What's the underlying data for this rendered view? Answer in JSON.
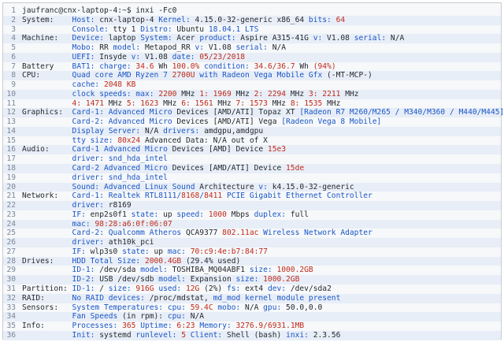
{
  "colors": {
    "background": "#f6f8fa",
    "stripe": "#e8eef7",
    "line_number": "#7a8699",
    "normal_text": "#24292e",
    "label_blue": "#1a56c8",
    "value_red": "#c02a1a"
  },
  "terminal": {
    "lines": [
      {
        "n": "1",
        "segs": [
          [
            "n",
            "jaufranc@cnx-laptop-4:~$ inxi -Fc0"
          ]
        ]
      },
      {
        "n": "2",
        "segs": [
          [
            "n",
            "System:    "
          ],
          [
            "b",
            "Host: "
          ],
          [
            "n",
            "cnx-laptop-4 "
          ],
          [
            "b",
            "Kernel: "
          ],
          [
            "n",
            "4.15.0-32-generic x86_64 "
          ],
          [
            "b",
            "bits: "
          ],
          [
            "r",
            "64"
          ]
        ]
      },
      {
        "n": "3",
        "segs": [
          [
            "n",
            "           "
          ],
          [
            "b",
            "Console: "
          ],
          [
            "n",
            "tty 1 "
          ],
          [
            "b",
            "Distro: "
          ],
          [
            "n",
            "Ubuntu "
          ],
          [
            "b",
            "18.04.1 LTS"
          ]
        ]
      },
      {
        "n": "4",
        "segs": [
          [
            "n",
            "Machine:   "
          ],
          [
            "b",
            "Device: "
          ],
          [
            "n",
            "laptop "
          ],
          [
            "b",
            "System: "
          ],
          [
            "n",
            "Acer "
          ],
          [
            "b",
            "product: "
          ],
          [
            "n",
            "Aspire A315-41G "
          ],
          [
            "b",
            "v: "
          ],
          [
            "n",
            "V1.08 "
          ],
          [
            "b",
            "serial: "
          ],
          [
            "n",
            "N/A"
          ]
        ]
      },
      {
        "n": "5",
        "segs": [
          [
            "n",
            "           "
          ],
          [
            "b",
            "Mobo: "
          ],
          [
            "n",
            "RR "
          ],
          [
            "b",
            "model: "
          ],
          [
            "n",
            "Metapod_RR "
          ],
          [
            "b",
            "v: "
          ],
          [
            "n",
            "V1.08 "
          ],
          [
            "b",
            "serial: "
          ],
          [
            "n",
            "N/A"
          ]
        ]
      },
      {
        "n": "6",
        "segs": [
          [
            "n",
            "           "
          ],
          [
            "b",
            "UEFI: "
          ],
          [
            "n",
            "Insyde "
          ],
          [
            "b",
            "v: "
          ],
          [
            "n",
            "V1.08 "
          ],
          [
            "b",
            "date: "
          ],
          [
            "r",
            "05/23/2018"
          ]
        ]
      },
      {
        "n": "7",
        "segs": [
          [
            "n",
            "Battery    "
          ],
          [
            "b",
            "BAT1: "
          ],
          [
            "b",
            "charge: "
          ],
          [
            "r",
            "34.6 "
          ],
          [
            "n",
            "Wh "
          ],
          [
            "r",
            "100.0% "
          ],
          [
            "b",
            "condition: "
          ],
          [
            "r",
            "34.6/36.7 "
          ],
          [
            "n",
            "Wh "
          ],
          [
            "r",
            "(94%)"
          ]
        ]
      },
      {
        "n": "8",
        "segs": [
          [
            "n",
            "CPU:       "
          ],
          [
            "b",
            "Quad core AMD Ryzen 7 "
          ],
          [
            "r",
            "2700U "
          ],
          [
            "b",
            "with Radeon Vega Mobile Gfx "
          ],
          [
            "n",
            "(-MT-MCP-)"
          ]
        ]
      },
      {
        "n": "9",
        "segs": [
          [
            "n",
            "           "
          ],
          [
            "b",
            "cache: "
          ],
          [
            "r",
            "2048 KB"
          ]
        ]
      },
      {
        "n": "10",
        "segs": [
          [
            "n",
            "           "
          ],
          [
            "b",
            "clock speeds: "
          ],
          [
            "b",
            "max: "
          ],
          [
            "r",
            "2200 "
          ],
          [
            "n",
            "MHz "
          ],
          [
            "r",
            "1: "
          ],
          [
            "r",
            "1969 "
          ],
          [
            "n",
            "MHz "
          ],
          [
            "r",
            "2: "
          ],
          [
            "r",
            "2294 "
          ],
          [
            "n",
            "MHz "
          ],
          [
            "r",
            "3: "
          ],
          [
            "r",
            "2211 "
          ],
          [
            "n",
            "MHz"
          ]
        ]
      },
      {
        "n": "11",
        "segs": [
          [
            "n",
            "           "
          ],
          [
            "r",
            "4: "
          ],
          [
            "r",
            "1471 "
          ],
          [
            "n",
            "MHz "
          ],
          [
            "r",
            "5: "
          ],
          [
            "r",
            "1623 "
          ],
          [
            "n",
            "MHz "
          ],
          [
            "r",
            "6: "
          ],
          [
            "r",
            "1561 "
          ],
          [
            "n",
            "MHz "
          ],
          [
            "r",
            "7: "
          ],
          [
            "r",
            "1573 "
          ],
          [
            "n",
            "MHz "
          ],
          [
            "r",
            "8: "
          ],
          [
            "r",
            "1535 "
          ],
          [
            "n",
            "MHz"
          ]
        ]
      },
      {
        "n": "12",
        "segs": [
          [
            "n",
            "Graphics:  "
          ],
          [
            "b",
            "Card-1: Advanced Micro "
          ],
          [
            "n",
            "Devices [AMD/ATI] Topaz XT "
          ],
          [
            "b",
            "[Radeon R7 M260/M265 / M340/M360 / M440/M445]"
          ]
        ]
      },
      {
        "n": "13",
        "segs": [
          [
            "n",
            "           "
          ],
          [
            "b",
            "Card-2: Advanced Micro "
          ],
          [
            "n",
            "Devices [AMD/ATI] Vega "
          ],
          [
            "b",
            "[Radeon Vega 8 Mobile]"
          ]
        ]
      },
      {
        "n": "14",
        "segs": [
          [
            "n",
            "           "
          ],
          [
            "b",
            "Display Server: "
          ],
          [
            "n",
            "N/A "
          ],
          [
            "b",
            "drivers: "
          ],
          [
            "n",
            "amdgpu,amdgpu"
          ]
        ]
      },
      {
        "n": "15",
        "segs": [
          [
            "n",
            "           "
          ],
          [
            "b",
            "tty size: "
          ],
          [
            "r",
            "80x24 "
          ],
          [
            "n",
            "Advanced Data: N/A out of X"
          ]
        ]
      },
      {
        "n": "16",
        "segs": [
          [
            "n",
            "Audio:     "
          ],
          [
            "b",
            "Card-1 Advanced Micro "
          ],
          [
            "n",
            "Devices [AMD] Device "
          ],
          [
            "r",
            "15e3"
          ]
        ]
      },
      {
        "n": "17",
        "segs": [
          [
            "n",
            "           "
          ],
          [
            "b",
            "driver: "
          ],
          [
            "b",
            "snd_hda_intel"
          ]
        ]
      },
      {
        "n": "18",
        "segs": [
          [
            "n",
            "           "
          ],
          [
            "b",
            "Card-2 Advanced Micro "
          ],
          [
            "n",
            "Devices [AMD/ATI] Device "
          ],
          [
            "r",
            "15de"
          ]
        ]
      },
      {
        "n": "19",
        "segs": [
          [
            "n",
            "           "
          ],
          [
            "b",
            "driver: "
          ],
          [
            "b",
            "snd_hda_intel"
          ]
        ]
      },
      {
        "n": "20",
        "segs": [
          [
            "n",
            "           "
          ],
          [
            "b",
            "Sound: "
          ],
          [
            "b",
            "Advanced Linux Sound "
          ],
          [
            "n",
            "Architecture "
          ],
          [
            "b",
            "v: "
          ],
          [
            "n",
            "k4.15.0-32-generic"
          ]
        ]
      },
      {
        "n": "21",
        "segs": [
          [
            "n",
            "Network:   "
          ],
          [
            "b",
            "Card-1: Realtek RTL8111/"
          ],
          [
            "r",
            "8168"
          ],
          [
            "b",
            "/"
          ],
          [
            "r",
            "8411 "
          ],
          [
            "b",
            "PCIE Gigabit Ethernet Controller"
          ]
        ]
      },
      {
        "n": "22",
        "segs": [
          [
            "n",
            "           "
          ],
          [
            "b",
            "driver: "
          ],
          [
            "n",
            "r8169"
          ]
        ]
      },
      {
        "n": "23",
        "segs": [
          [
            "n",
            "           "
          ],
          [
            "b",
            "IF: "
          ],
          [
            "n",
            "enp2s0f1 "
          ],
          [
            "b",
            "state: "
          ],
          [
            "n",
            "up "
          ],
          [
            "b",
            "speed: "
          ],
          [
            "r",
            "1000 "
          ],
          [
            "n",
            "Mbps "
          ],
          [
            "b",
            "duplex: "
          ],
          [
            "n",
            "full"
          ]
        ]
      },
      {
        "n": "24",
        "segs": [
          [
            "n",
            "           "
          ],
          [
            "b",
            "mac: "
          ],
          [
            "r",
            "98:28:a6:0f:06:07"
          ]
        ]
      },
      {
        "n": "25",
        "segs": [
          [
            "n",
            "           "
          ],
          [
            "b",
            "Card-2: Qualcomm Atheros "
          ],
          [
            "n",
            "QCA9377 "
          ],
          [
            "r",
            "802.11ac "
          ],
          [
            "b",
            "Wireless Network Adapter"
          ]
        ]
      },
      {
        "n": "26",
        "segs": [
          [
            "n",
            "           "
          ],
          [
            "b",
            "driver: "
          ],
          [
            "n",
            "ath10k_pci"
          ]
        ]
      },
      {
        "n": "27",
        "segs": [
          [
            "n",
            "           "
          ],
          [
            "b",
            "IF: "
          ],
          [
            "n",
            "wlp3s0 "
          ],
          [
            "b",
            "state: "
          ],
          [
            "n",
            "up "
          ],
          [
            "b",
            "mac: "
          ],
          [
            "r",
            "70:c9:4e:b7:84:77"
          ]
        ]
      },
      {
        "n": "28",
        "segs": [
          [
            "n",
            "Drives:    "
          ],
          [
            "b",
            "HDD Total Size: "
          ],
          [
            "r",
            "2000.4GB "
          ],
          [
            "n",
            "(29.4% used)"
          ]
        ]
      },
      {
        "n": "29",
        "segs": [
          [
            "n",
            "           "
          ],
          [
            "b",
            "ID-1: "
          ],
          [
            "n",
            "/dev/sda "
          ],
          [
            "b",
            "model: "
          ],
          [
            "n",
            "TOSHIBA_MQ04ABF1 "
          ],
          [
            "b",
            "size: "
          ],
          [
            "r",
            "1000.2GB"
          ]
        ]
      },
      {
        "n": "30",
        "segs": [
          [
            "n",
            "           "
          ],
          [
            "b",
            "ID-2: "
          ],
          [
            "n",
            "USB /dev/sdb "
          ],
          [
            "b",
            "model: "
          ],
          [
            "n",
            "Expansion "
          ],
          [
            "b",
            "size: "
          ],
          [
            "r",
            "1000.2GB"
          ]
        ]
      },
      {
        "n": "31",
        "segs": [
          [
            "n",
            "Partition: "
          ],
          [
            "b",
            "ID-1: "
          ],
          [
            "n",
            "/ "
          ],
          [
            "b",
            "size: "
          ],
          [
            "r",
            "916G "
          ],
          [
            "b",
            "used: "
          ],
          [
            "r",
            "12G "
          ],
          [
            "n",
            "(2%) "
          ],
          [
            "b",
            "fs: "
          ],
          [
            "n",
            "ext4 "
          ],
          [
            "b",
            "dev: "
          ],
          [
            "n",
            "/dev/sda2"
          ]
        ]
      },
      {
        "n": "32",
        "segs": [
          [
            "n",
            "RAID:      "
          ],
          [
            "b",
            "No RAID devices: "
          ],
          [
            "n",
            "/proc/mdstat, "
          ],
          [
            "b",
            "md_mod kernel module present"
          ]
        ]
      },
      {
        "n": "33",
        "segs": [
          [
            "n",
            "Sensors:   "
          ],
          [
            "b",
            "System Temperatures: "
          ],
          [
            "b",
            "cpu: "
          ],
          [
            "r",
            "59.4C "
          ],
          [
            "b",
            "mobo: "
          ],
          [
            "n",
            "N/A "
          ],
          [
            "b",
            "gpu: "
          ],
          [
            "n",
            "50.0,0.0"
          ]
        ]
      },
      {
        "n": "34",
        "segs": [
          [
            "n",
            "           "
          ],
          [
            "b",
            "Fan Speeds "
          ],
          [
            "n",
            "(in rpm): "
          ],
          [
            "b",
            "cpu: "
          ],
          [
            "n",
            "N/A"
          ]
        ]
      },
      {
        "n": "35",
        "segs": [
          [
            "n",
            "Info:      "
          ],
          [
            "b",
            "Processes: "
          ],
          [
            "r",
            "365 "
          ],
          [
            "b",
            "Uptime: "
          ],
          [
            "r",
            "6:23 "
          ],
          [
            "b",
            "Memory: "
          ],
          [
            "r",
            "3276.9/6931.1MB"
          ]
        ]
      },
      {
        "n": "36",
        "segs": [
          [
            "n",
            "           "
          ],
          [
            "b",
            "Init: "
          ],
          [
            "n",
            "systemd "
          ],
          [
            "b",
            "runlevel: "
          ],
          [
            "r",
            "5 "
          ],
          [
            "b",
            "Client: "
          ],
          [
            "n",
            "Shell (bash) "
          ],
          [
            "b",
            "inxi: "
          ],
          [
            "n",
            "2.3.56"
          ]
        ]
      }
    ]
  }
}
